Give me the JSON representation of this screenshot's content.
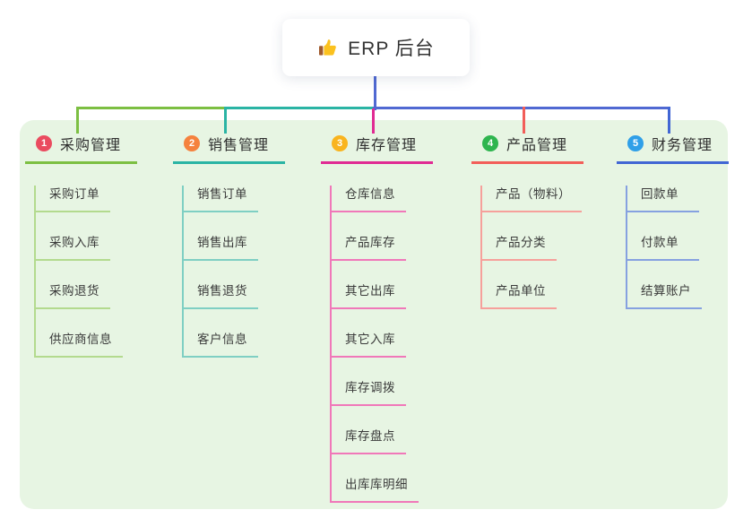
{
  "root": {
    "icon": "thumbs-up",
    "title": "ERP 后台"
  },
  "canvas": {
    "background_color": "#e7f5e3"
  },
  "connector": {
    "root_color": "#5069d2"
  },
  "branches": [
    {
      "number": "1",
      "label": "采购管理",
      "badge_color": "#ea4b5f",
      "line_color": "#7cbf42",
      "child_line_color": "#b3da8e",
      "children": [
        "采购订单",
        "采购入库",
        "采购退货",
        "供应商信息"
      ]
    },
    {
      "number": "2",
      "label": "销售管理",
      "badge_color": "#f5823e",
      "line_color": "#2ab4a4",
      "child_line_color": "#7fcfc3",
      "children": [
        "销售订单",
        "销售出库",
        "销售退货",
        "客户信息"
      ]
    },
    {
      "number": "3",
      "label": "库存管理",
      "badge_color": "#f9b41e",
      "line_color": "#e02b93",
      "child_line_color": "#f078b9",
      "children": [
        "仓库信息",
        "产品库存",
        "其它出库",
        "其它入库",
        "库存调拨",
        "库存盘点",
        "出库库明细"
      ]
    },
    {
      "number": "4",
      "label": "产品管理",
      "badge_color": "#2fb54f",
      "line_color": "#f25e59",
      "child_line_color": "#f6a09b",
      "children": [
        "产品（物料）",
        "产品分类",
        "产品单位"
      ]
    },
    {
      "number": "5",
      "label": "财务管理",
      "badge_color": "#2f9fe8",
      "line_color": "#4166d4",
      "child_line_color": "#86a1e0",
      "children": [
        "回款单",
        "付款单",
        "结算账户"
      ]
    }
  ]
}
